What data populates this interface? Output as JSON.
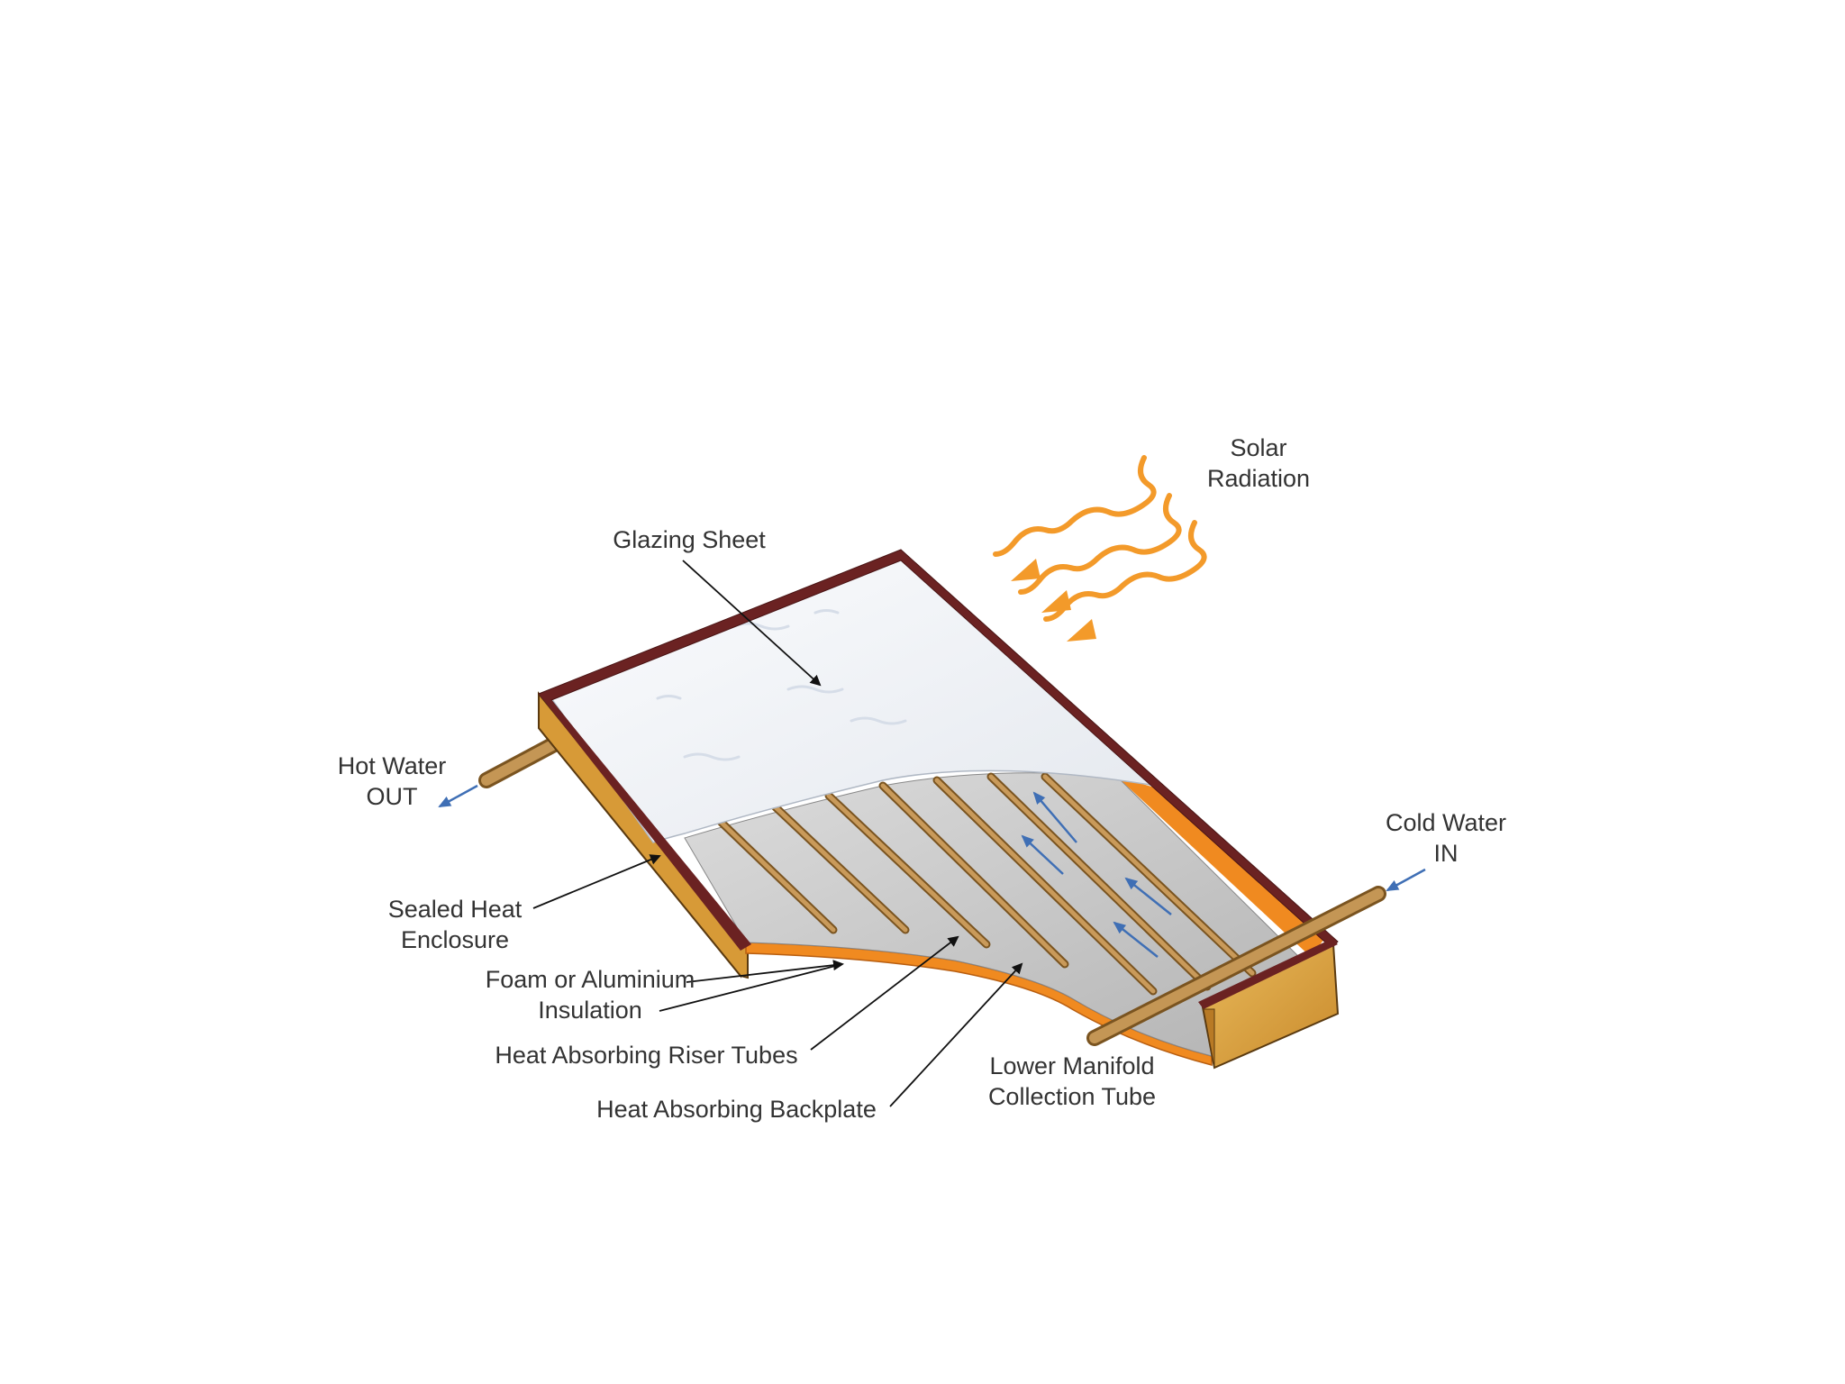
{
  "labels": {
    "solar_radiation": [
      "Solar",
      "Radiation"
    ],
    "glazing_sheet": "Glazing Sheet",
    "hot_water_out": [
      "Hot Water",
      "OUT"
    ],
    "cold_water_in": [
      "Cold Water",
      "IN"
    ],
    "sealed_heat_enclosure": [
      "Sealed Heat",
      "Enclosure"
    ],
    "insulation": [
      "Foam or Aluminium",
      "Insulation"
    ],
    "riser_tubes": "Heat Absorbing Riser Tubes",
    "backplate": "Heat Absorbing Backplate",
    "lower_manifold": [
      "Lower Manifold",
      "Collection Tube"
    ]
  },
  "colors": {
    "frame_dark": "#6b2222",
    "enclosure_wood": "#d9a03e",
    "insulation_orange": "#f08a20",
    "backplate_gray": "#c8c8c8",
    "tube_copper": "#b88a4a",
    "radiation_orange": "#f39a2a",
    "flow_arrow_blue": "#3f6fb5",
    "glass": "#f1f4f8"
  }
}
